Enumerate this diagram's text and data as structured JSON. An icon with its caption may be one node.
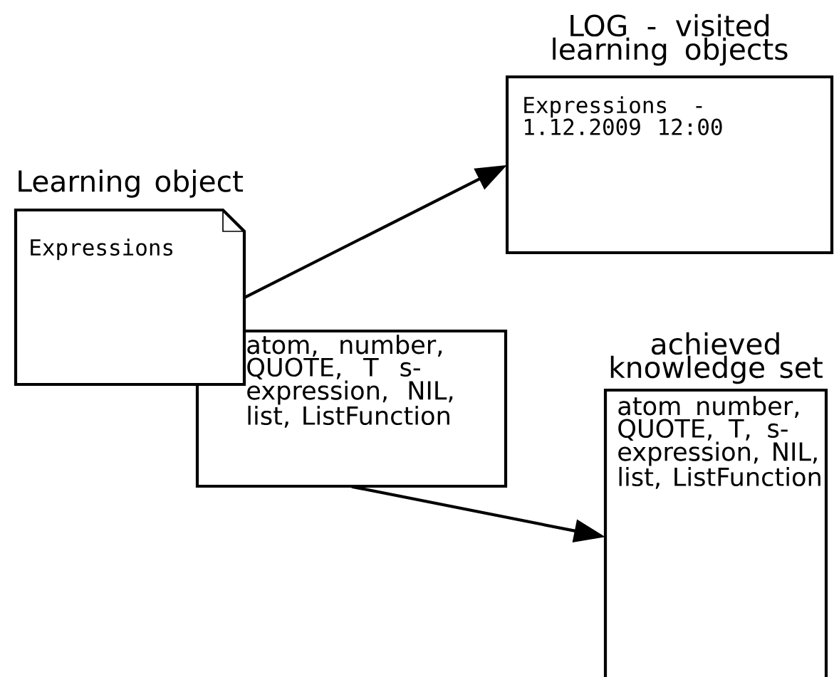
{
  "diagram": {
    "nodes": [
      {
        "text": [
          "Learning object",
          "Expressions"
        ]
      },
      {
        "text": [
          "LOG - visited learning objects",
          "Expressions - 1.12.2009 12:00"
        ]
      },
      {
        "text": [
          "atom, number, QUOTE, T s-expression, NIL, list, ListFunction"
        ]
      },
      {
        "text": [
          "achieved knowledge set",
          "atom number, QUOTE, T, s-expression, NIL, list, ListFunction"
        ]
      }
    ],
    "edges": [
      {
        "from": 0,
        "to": 1,
        "arrow": "to"
      },
      {
        "from": 2,
        "to": 3,
        "arrow": "to"
      }
    ]
  }
}
